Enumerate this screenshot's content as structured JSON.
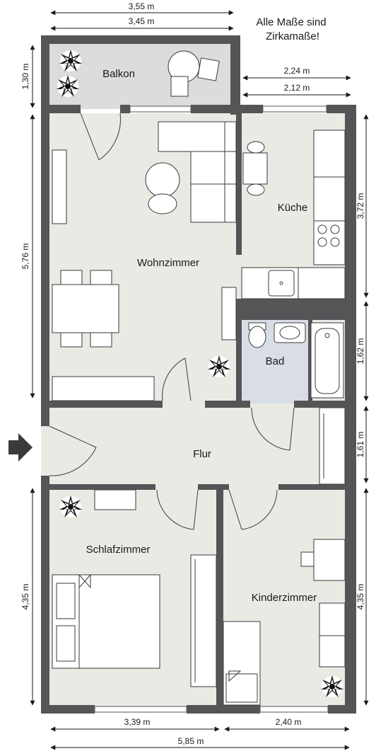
{
  "note": {
    "line1": "Alle Maße sind",
    "line2": "Zirkamaße!"
  },
  "rooms": {
    "balkon": "Balkon",
    "kueche": "Küche",
    "wohnzimmer": "Wohnzimmer",
    "bad": "Bad",
    "flur": "Flur",
    "schlafzimmer": "Schlafzimmer",
    "kinderzimmer": "Kinderzimmer"
  },
  "dimensions": {
    "top_outer": "3,55 m",
    "top_inner": "3,45 m",
    "balkon_height": "1,30 m",
    "kueche_outer": "2,24 m",
    "kueche_inner": "2,12 m",
    "wohnzimmer_height": "5,76 m",
    "kueche_height": "3,72 m",
    "bad_height": "1,62 m",
    "flur_height": "1,61 m",
    "schlafzimmer_height": "4,35 m",
    "kinderzimmer_height": "4,35 m",
    "bottom_left": "3,39 m",
    "bottom_right": "2,40 m",
    "bottom_total": "5,85 m"
  },
  "colors": {
    "wall": "#555558",
    "floor": "#e9eae4",
    "balcony": "#dcdcdc",
    "bath": "#d9dde6"
  },
  "icons": {
    "entrance": "arrow-right-icon"
  }
}
